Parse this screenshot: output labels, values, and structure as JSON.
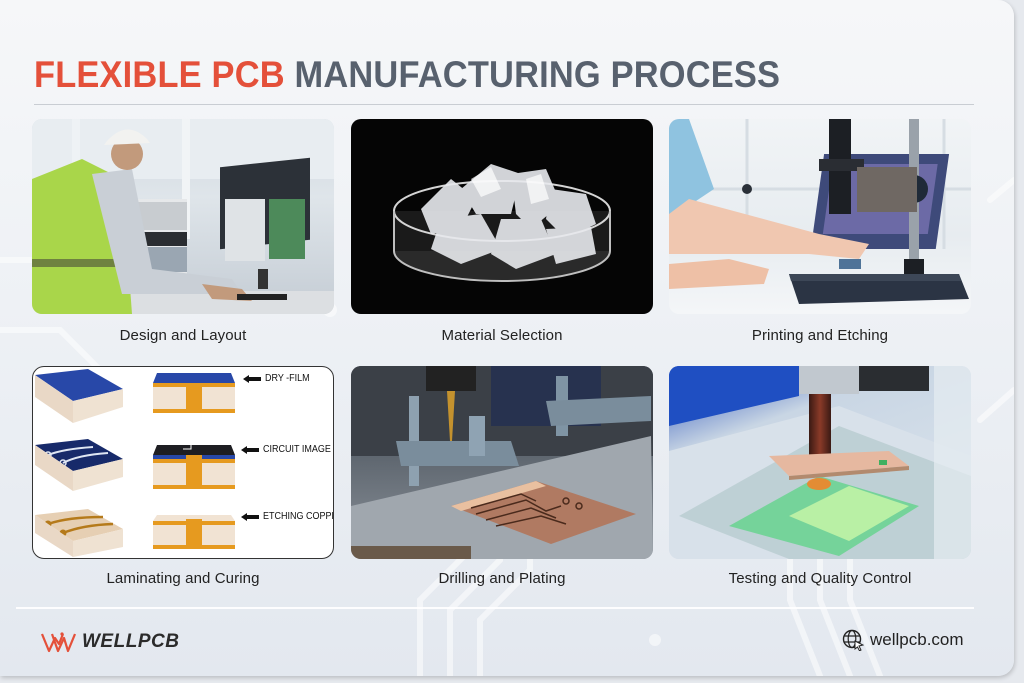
{
  "header": {
    "title_accent": "FLEXIBLE PCB",
    "title_rest": " MANUFACTURING PROCESS",
    "accent_color": "#e4503a",
    "rest_color": "#58616e"
  },
  "steps": [
    {
      "label": "Design and Layout",
      "image": "engineer-at-workstation-photo"
    },
    {
      "label": "Material Selection",
      "image": "polymer-crystals-petri-dish-photo"
    },
    {
      "label": "Printing and Etching",
      "image": "microscope-inspection-photo"
    },
    {
      "label": "Laminating and Curing",
      "image": "lamination-process-diagram"
    },
    {
      "label": "Drilling and Plating",
      "image": "cnc-drill-pcb-photo"
    },
    {
      "label": "Testing and Quality Control",
      "image": "optical-inspection-photo"
    }
  ],
  "diagram": {
    "labels": [
      "DRY -FILM",
      "CIRCUIT IMAGE",
      "ETCHING COPPER"
    ]
  },
  "footer": {
    "brand": "WELLPCB",
    "website": "wellpcb.com",
    "logo_color": "#e4503a"
  }
}
